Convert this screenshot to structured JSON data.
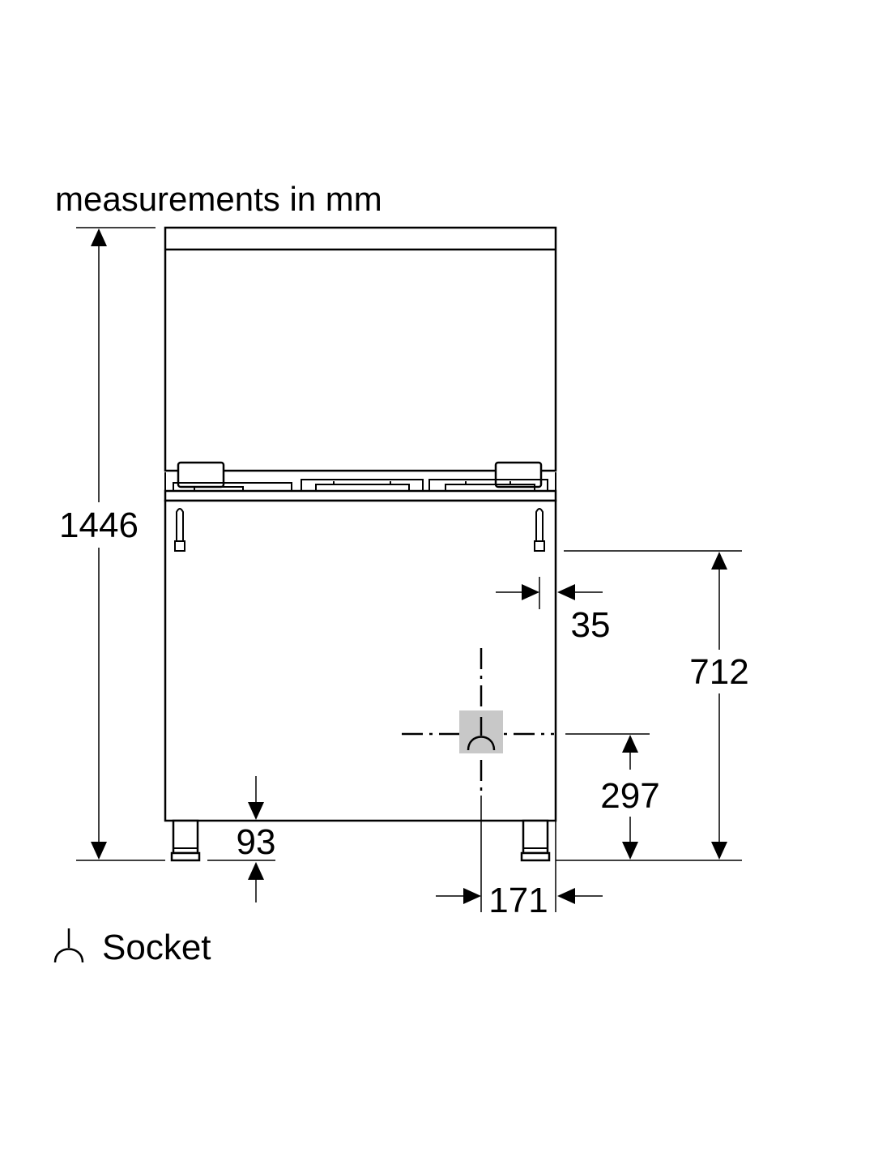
{
  "header": {
    "title": "measurements in mm"
  },
  "dimensions": {
    "total_height": "1446",
    "side_offset": "35",
    "connection_height": "712",
    "socket_height": "297",
    "leg_height": "93",
    "socket_side_offset": "171"
  },
  "legend": {
    "socket_symbol": "socket-icon",
    "socket_label": "Socket"
  },
  "colors": {
    "line": "#000000",
    "socket_highlight": "#c8c8c8",
    "background": "#ffffff"
  }
}
